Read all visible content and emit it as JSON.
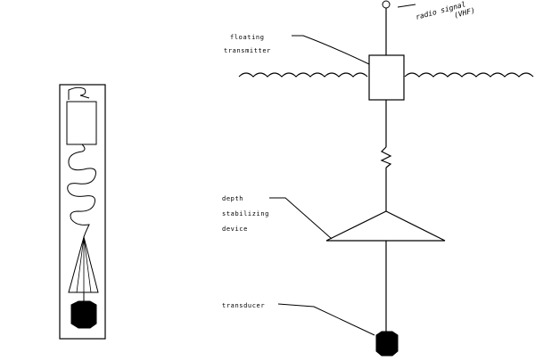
{
  "labels": {
    "floating_transmitter": [
      "floating",
      "transmitter"
    ],
    "depth_stabilizing_device": [
      "depth",
      "stabilizing",
      "device"
    ],
    "transducer": "transducer",
    "radio_signal": [
      "radio signal",
      "(VHF)"
    ]
  },
  "colors": {
    "line": "#000000",
    "fill_dark": "#000000",
    "fill_light": "#ffffff",
    "background": "#ffffff"
  }
}
